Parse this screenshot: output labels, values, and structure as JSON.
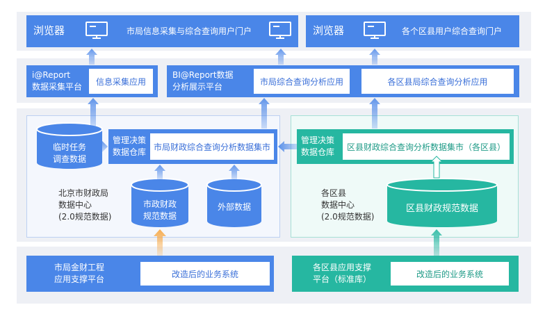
{
  "browsers": {
    "left": {
      "label": "浏览器",
      "portal": "市局信息采集与综合查询用户门户"
    },
    "right": {
      "label": "浏览器",
      "portal": "各个区县用户综合查询门户"
    }
  },
  "platforms": {
    "ireport": {
      "name": "i@Report\n数据采集平台",
      "app": "信息采集应用"
    },
    "bireport": {
      "name": "BI@Report数据\n分析展示平台",
      "app1": "市局综合查询分析应用",
      "app2": "各区县局综合查询分析应用"
    }
  },
  "beijing": {
    "temp_task": "临时任务\n调查数据",
    "warehouse": "管理决策\n数据仓库",
    "mart": "市局财政综合查询分析数据集市",
    "municipal": "市政财政\n规范数据",
    "external": "外部数据",
    "center": "北京市财政局\n数据中心\n(2.0规范数据)"
  },
  "district": {
    "warehouse": "管理决策\n数据仓库",
    "mart": "区县财政综合查询分析数据集市（各区县）",
    "center": "各区县\n数据中心\n(2.0规范数据)",
    "norm_data": "区县财政规范数据"
  },
  "bottom": {
    "left": {
      "platform": "市局金财工程\n应用支撑平台",
      "system": "改造后的业务系统"
    },
    "right": {
      "platform": "各区县应用支撑\n平台（标准库）",
      "system": "改造后的业务系统"
    }
  },
  "colors": {
    "blue": "#4a86e8",
    "teal": "#26b7a1",
    "band": "#eef0f5",
    "arrow": "#b8cdf3",
    "arrow_orange": "#f7a948"
  },
  "icons": [
    "monitor-icon",
    "monitor-icon",
    "monitor-icon"
  ]
}
